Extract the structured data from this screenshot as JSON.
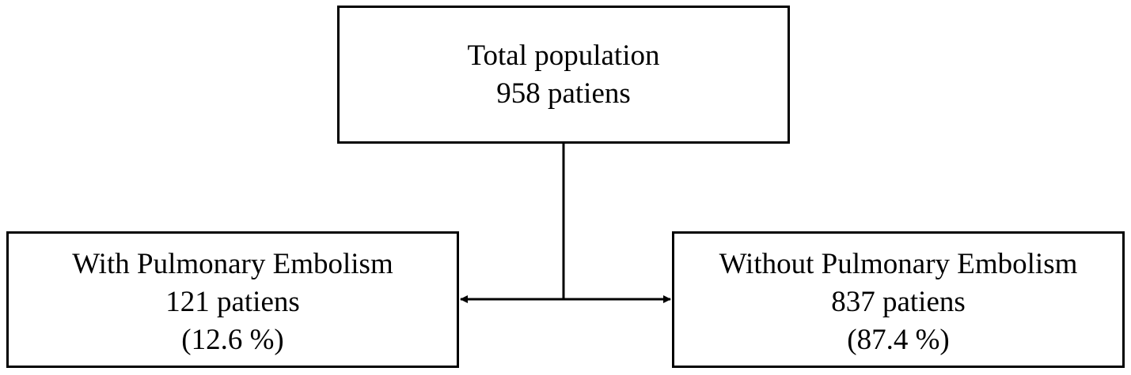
{
  "nodes": {
    "total": {
      "title": "Total population",
      "count": "958 patiens"
    },
    "with_pe": {
      "title": "With Pulmonary Embolism",
      "count": "121 patiens",
      "percent": "(12.6 %)"
    },
    "without_pe": {
      "title": "Without Pulmonary Embolism",
      "count": "837 patiens",
      "percent": "(87.4 %)"
    }
  },
  "colors": {
    "stroke": "#000000",
    "background": "#ffffff"
  }
}
